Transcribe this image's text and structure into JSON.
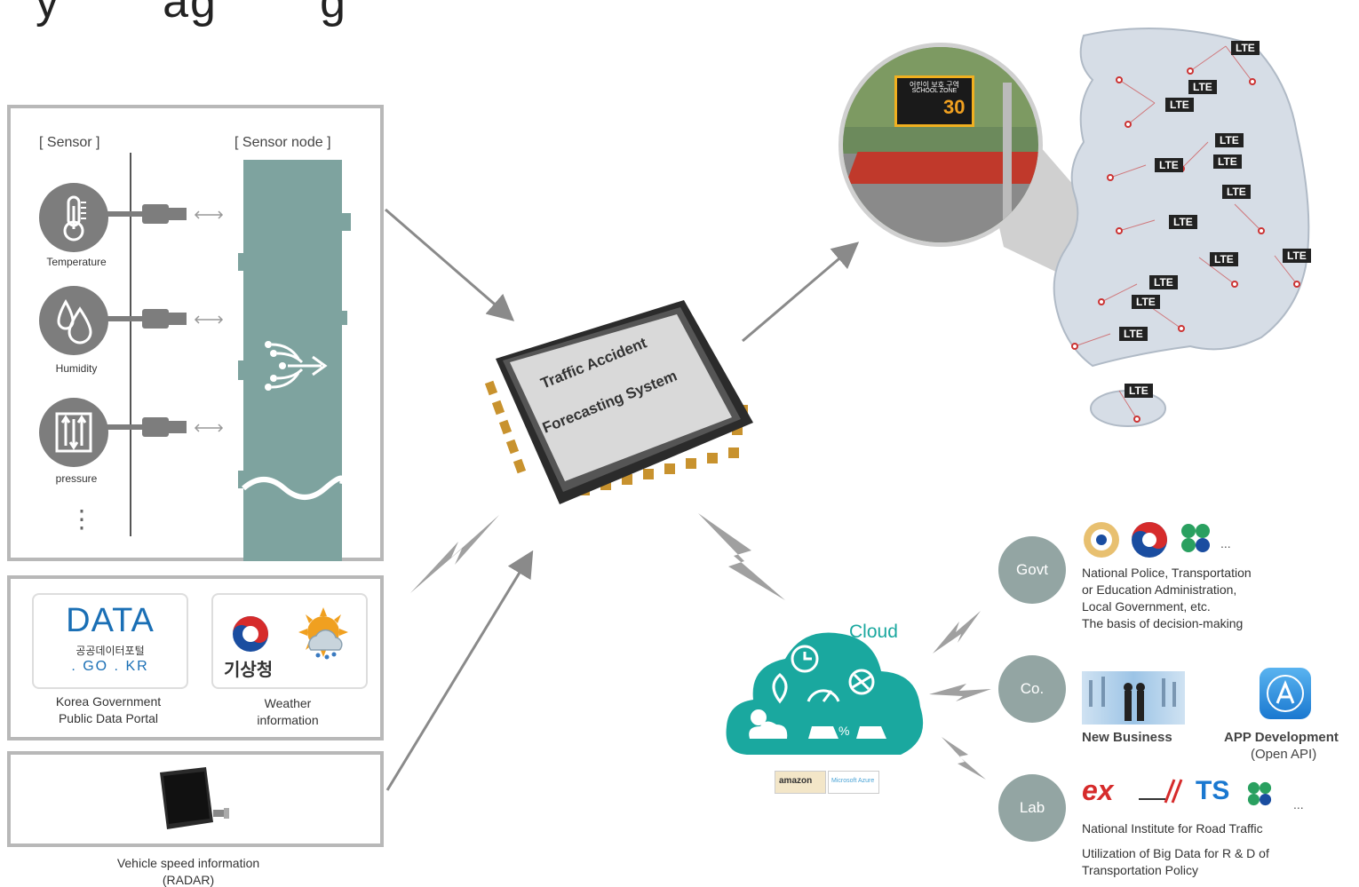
{
  "header": {
    "partial_title": "y       ag       g"
  },
  "sensor_panel": {
    "sensor_label": "[ Sensor ]",
    "sensor_node_label": "[ Sensor node ]",
    "sensors": [
      {
        "name": "Temperature",
        "icon": "thermometer-icon"
      },
      {
        "name": "Humidity",
        "icon": "water-drops-icon"
      },
      {
        "name": "pressure",
        "icon": "pressure-icon"
      }
    ],
    "ellipsis": "⋮"
  },
  "data_panel": {
    "portal_logo_text": "DATA",
    "portal_logo_sub": "공공데이터포털",
    "portal_logo_domain": ". GO . KR",
    "portal_caption_1": "Korea Government",
    "portal_caption_2": "Public Data Portal",
    "kma_logo_text": "기상청",
    "weather_caption_1": "Weather",
    "weather_caption_2": "information"
  },
  "radar_panel": {
    "caption_1": "Vehicle speed information",
    "caption_2": "(RADAR)"
  },
  "chip": {
    "line1": "Traffic Accident",
    "line2": "Forecasting System"
  },
  "school_zone_sign": {
    "line1": "어린이 보호 구역",
    "line2": "SCHOOL  ZONE",
    "speed": "30"
  },
  "map": {
    "node_label": "LTE"
  },
  "cloud": {
    "label": "Cloud",
    "logo_amazon": "amazon",
    "logo_microsoft": "Microsoft Azure"
  },
  "consumers": {
    "govt": {
      "badge": "Govt",
      "lines": [
        "National Police, Transportation",
        "or Education Administration,",
        "Local Government, etc.",
        "The basis of decision-making"
      ],
      "more": "..."
    },
    "co": {
      "badge": "Co.",
      "new_business": "New Business",
      "app_dev_1": "APP Development",
      "app_dev_2": "(Open API)"
    },
    "lab": {
      "badge": "Lab",
      "logo_ex": "ex",
      "logo_ts": "TS",
      "more": "...",
      "line1": "National Institute for Road Traffic",
      "line2": "Utilization of Big Data for R & D of",
      "line3": "Transportation Policy"
    }
  },
  "colors": {
    "panel_border": "#b8b8b8",
    "sensor_node": "#7ea39f",
    "cloud": "#1aa89f",
    "badge": "#93a5a3",
    "data_logo": "#1a6fb5"
  }
}
